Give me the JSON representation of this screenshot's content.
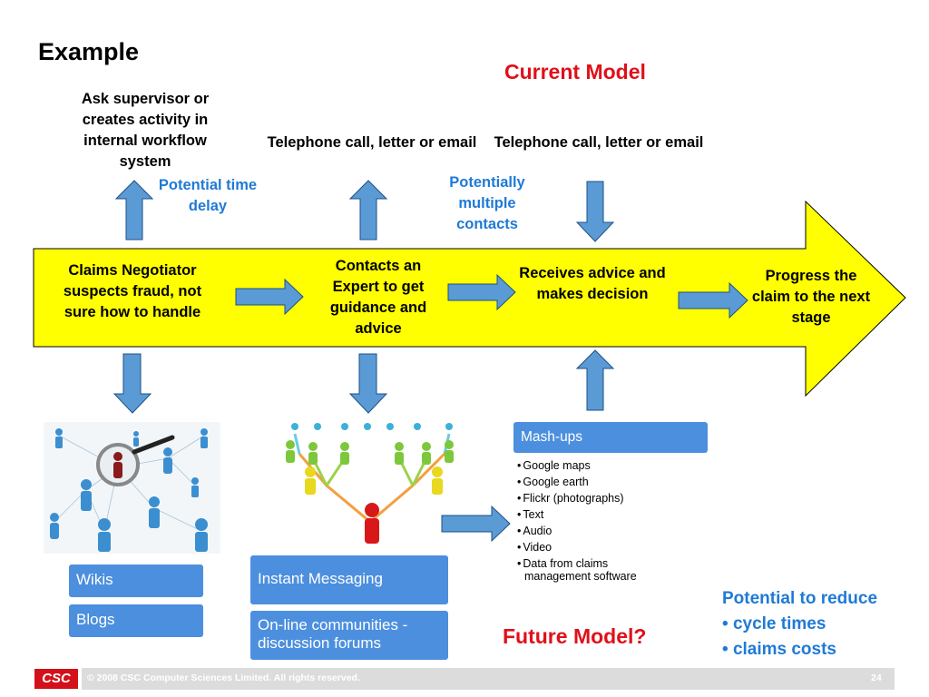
{
  "title": "Example",
  "current_model": "Current Model",
  "future_model": "Future Model?",
  "top_labels": {
    "supervisor": "Ask supervisor or creates activity in internal workflow system",
    "telephone_1": "Telephone call, letter or email",
    "telephone_2": "Telephone call, letter or email"
  },
  "notes": {
    "time_delay": "Potential time delay",
    "multiple_contacts": "Potentially multiple contacts"
  },
  "process_steps": [
    {
      "label": "Claims Negotiator suspects fraud, not sure how to handle"
    },
    {
      "label": "Contacts an Expert to get guidance and advice"
    },
    {
      "label": "Receives advice and makes decision"
    },
    {
      "label": "Progress the claim to the next stage"
    }
  ],
  "tools": {
    "wikis": "Wikis",
    "blogs": "Blogs",
    "instant_messaging": "Instant Messaging",
    "communities": "On-line communities - discussion forums"
  },
  "mashups": {
    "header": "Mash-ups",
    "items": [
      "Google maps",
      "Google earth",
      "Flickr (photographs)",
      "Text",
      "Audio",
      "Video",
      "Data from claims management software"
    ]
  },
  "potential": {
    "heading": "Potential to reduce",
    "items": [
      "cycle times",
      "claims costs"
    ]
  },
  "footer": {
    "copyright": "© 2008 CSC Computer Sciences Limited.  All rights reserved.",
    "page": "24",
    "logo": "CSC"
  },
  "colors": {
    "band": "#ffff00",
    "arrow_fill": "#5b9bd5",
    "tool_box": "#4c8fde",
    "accent_red": "#e0101a",
    "note_blue": "#1f7ad6"
  }
}
